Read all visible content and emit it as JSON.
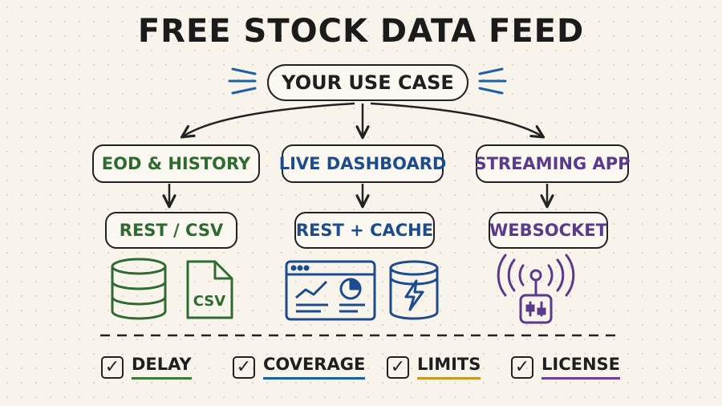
{
  "title": "FREE STOCK DATA FEED",
  "root": {
    "label": "YOUR USE CASE"
  },
  "branches": [
    {
      "label": "EOD & HISTORY",
      "method": "REST / CSV",
      "color": "#2e6b30",
      "icons": [
        "database-icon",
        "csv-file-icon"
      ],
      "file_icon_text": "CSV"
    },
    {
      "label": "LIVE DASHBOARD",
      "method": "REST + CACHE",
      "color": "#1d4b8f",
      "icons": [
        "dashboard-window-icon",
        "fast-cache-database-icon"
      ]
    },
    {
      "label": "STREAMING APP",
      "method": "WEBSOCKET",
      "color": "#5a3a8e",
      "icons": [
        "broadcast-socket-icon"
      ]
    }
  ],
  "checklist": [
    {
      "label": "DELAY",
      "underline": "#3d7a3a"
    },
    {
      "label": "COVERAGE",
      "underline": "#1d5fa8"
    },
    {
      "label": "LIMITS",
      "underline": "#c9962a"
    },
    {
      "label": "LICENSE",
      "underline": "#6b3fa0"
    }
  ],
  "colors": {
    "ink": "#1f1f1f",
    "paper": "#f8f4eb",
    "accent_marks": "#1d5fa8"
  }
}
